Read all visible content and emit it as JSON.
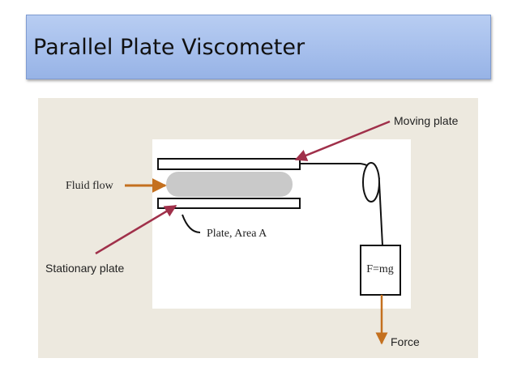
{
  "slide": {
    "title": "Parallel Plate Viscometer"
  },
  "diagram": {
    "labels": {
      "moving_plate": "Moving plate",
      "fluid_flow": "Fluid flow",
      "plate_area": "Plate, Area A",
      "stationary_plate": "Stationary plate",
      "mass_box": "F=mg",
      "force": "Force"
    },
    "colors": {
      "pointer_arrow": "#a0304a",
      "flow_arrow": "#c4701f",
      "fluid": "#c9c9c9",
      "title_bar": "#a6bfec",
      "figure_bg": "#ede9df"
    }
  }
}
